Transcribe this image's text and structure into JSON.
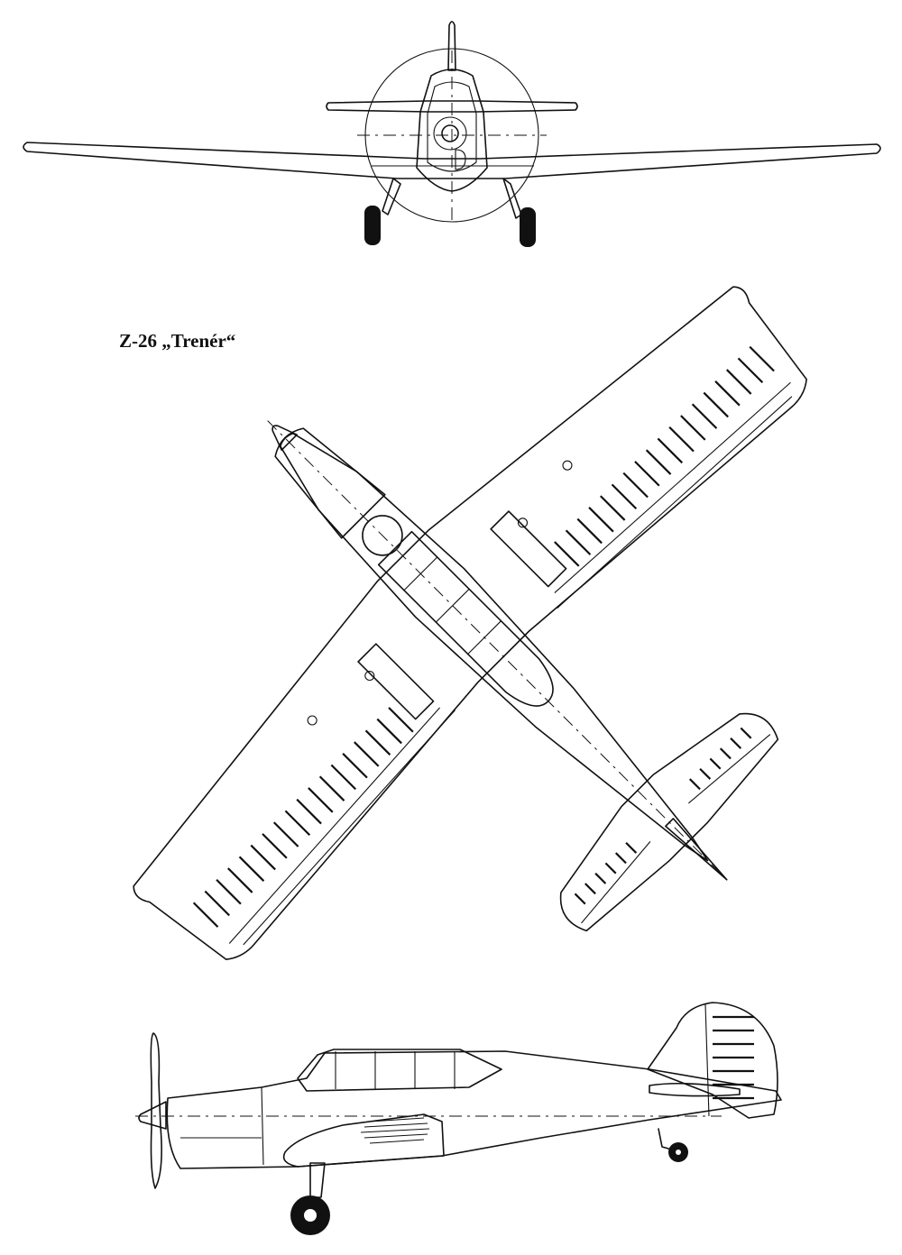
{
  "drawing": {
    "title": "Z-26 „Trenér“",
    "views": [
      {
        "name": "front-view"
      },
      {
        "name": "top-view"
      },
      {
        "name": "side-view"
      }
    ]
  }
}
